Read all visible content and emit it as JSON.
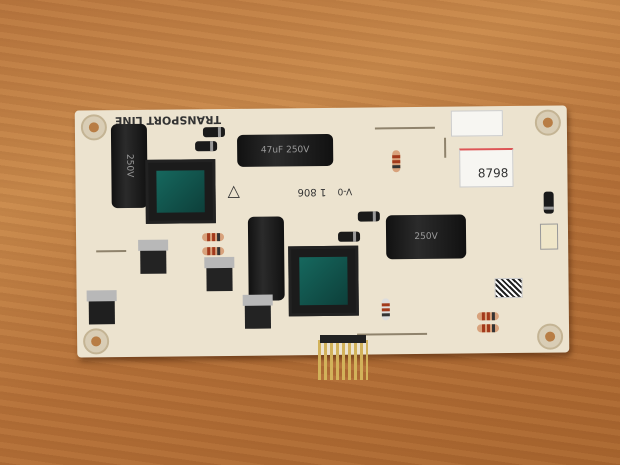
{
  "board": {
    "silkscreen_title": "TRANSPORT LINE",
    "cap_large_label": "47uF 250V",
    "cap_right_label": "250V",
    "cap_left_label": "250V",
    "marking_1": "1 806",
    "marking_2": "V-0",
    "sticker_number": "8798"
  },
  "colors": {
    "wood": "#b9773f",
    "pcb": "#ece3cf",
    "capacitor": "#1a1a1a",
    "transformer_core": "#16685e"
  }
}
